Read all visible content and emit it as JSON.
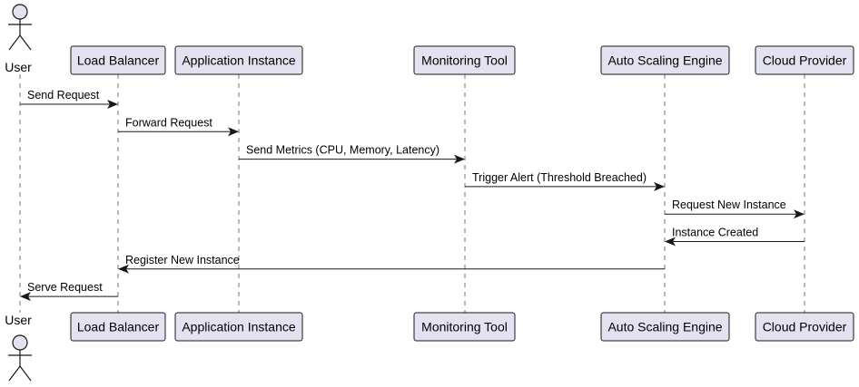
{
  "colors": {
    "participant_fill": "#e2e2f0",
    "participant_stroke": "#181818",
    "lifeline": "#181818",
    "arrow": "#181818",
    "text": "#000000"
  },
  "participants": [
    {
      "id": "user",
      "label": "User",
      "kind": "actor"
    },
    {
      "id": "lb",
      "label": "Load Balancer",
      "kind": "participant"
    },
    {
      "id": "app",
      "label": "Application Instance",
      "kind": "participant"
    },
    {
      "id": "mon",
      "label": "Monitoring Tool",
      "kind": "participant"
    },
    {
      "id": "ase",
      "label": "Auto Scaling Engine",
      "kind": "participant"
    },
    {
      "id": "cloud",
      "label": "Cloud Provider",
      "kind": "participant"
    }
  ],
  "messages": [
    {
      "from": "user",
      "to": "lb",
      "label": "Send Request"
    },
    {
      "from": "lb",
      "to": "app",
      "label": "Forward Request"
    },
    {
      "from": "app",
      "to": "mon",
      "label": "Send Metrics (CPU, Memory, Latency)"
    },
    {
      "from": "mon",
      "to": "ase",
      "label": "Trigger Alert (Threshold Breached)"
    },
    {
      "from": "ase",
      "to": "cloud",
      "label": "Request New Instance"
    },
    {
      "from": "cloud",
      "to": "ase",
      "label": "Instance Created"
    },
    {
      "from": "ase",
      "to": "lb",
      "label": "Register New Instance"
    },
    {
      "from": "lb",
      "to": "user",
      "label": "Serve Request"
    }
  ]
}
